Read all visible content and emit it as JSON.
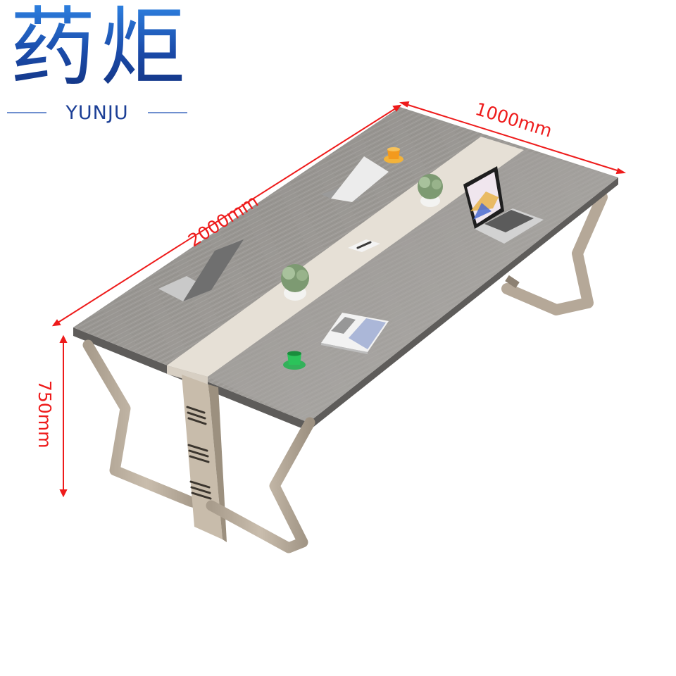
{
  "brand": {
    "name_cn": "药炬",
    "name_en": "YUNJU",
    "color": "#1b4fb0"
  },
  "product": {
    "type": "conference table",
    "features": [
      "gray wood-grain top",
      "beige center strip",
      "cable port",
      "vented center leg",
      "angled metal legs"
    ]
  },
  "dimensions": {
    "length": "2000mm",
    "width": "1000mm",
    "height": "750mm",
    "annotation_color": "#ee1b1b"
  },
  "props": [
    "laptop-open",
    "laptop-closed",
    "laptop-colorful-screen",
    "succulent-plant",
    "succulent-plant",
    "orange-cup",
    "green-cup",
    "magazine"
  ]
}
